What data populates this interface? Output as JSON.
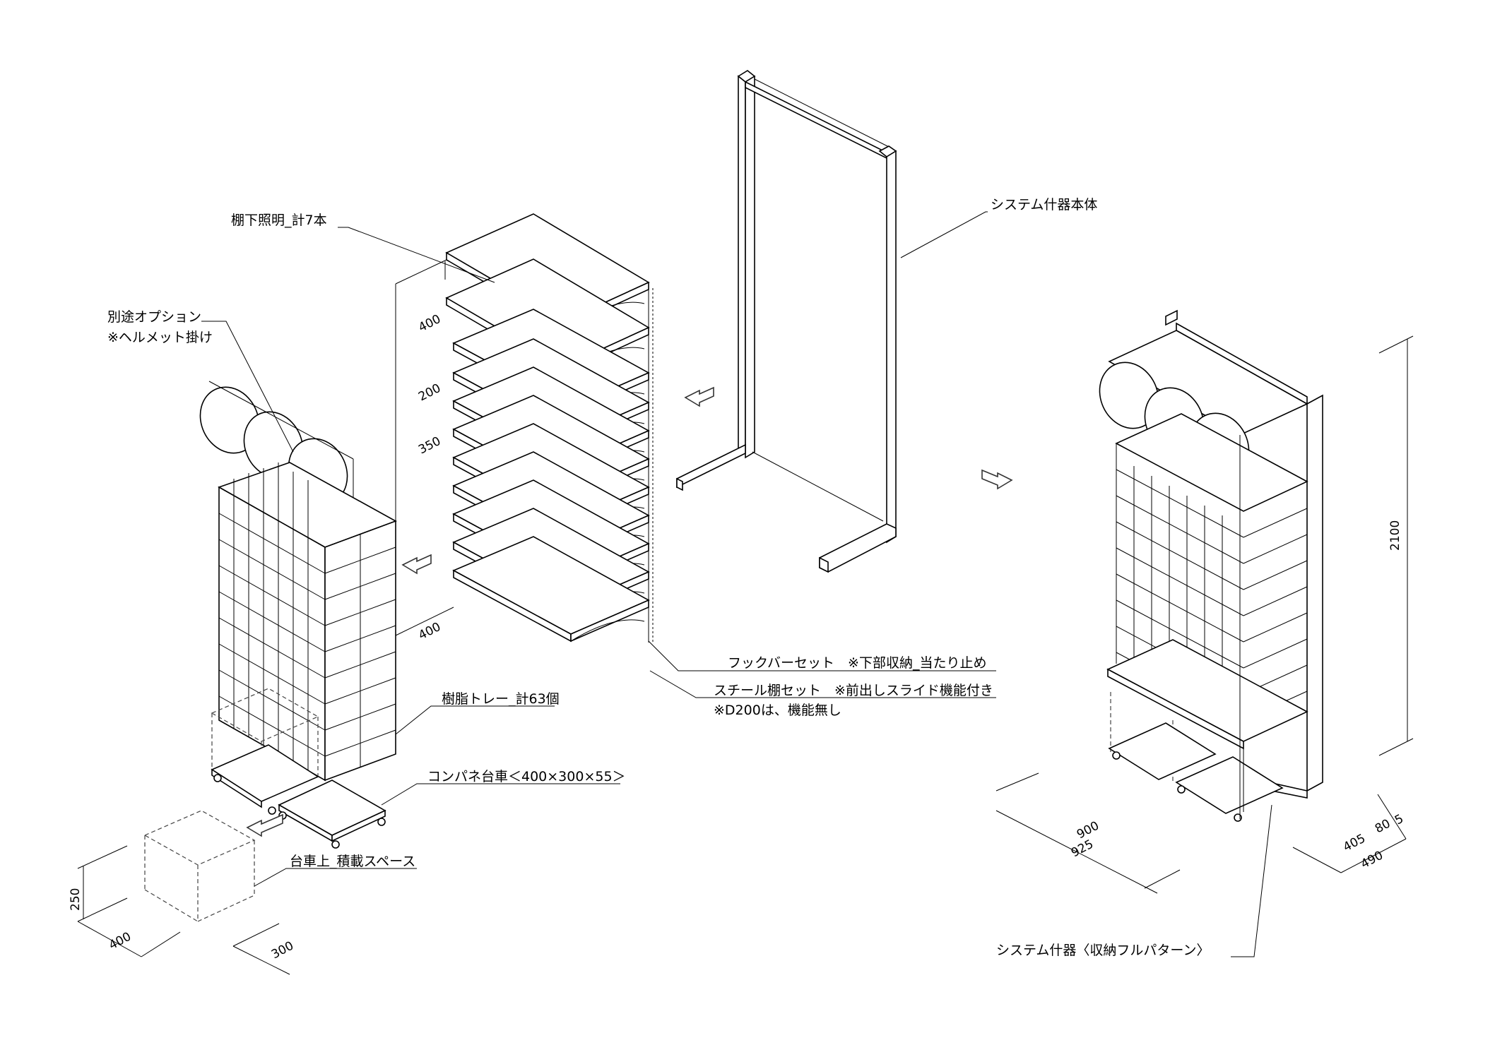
{
  "labels": {
    "system_body": "システム什器本体",
    "shelf_light": "棚下照明_計7本",
    "option_line1": "別途オプション",
    "option_line2": "※ヘルメット掛け",
    "hook_bar": "フックバーセット　※下部収納_当たり止め",
    "steel_shelf_line1": "スチール棚セット　※前出しスライド機能付き",
    "steel_shelf_line2": "※D200は、機能無し",
    "resin_tray": "樹脂トレー_計63個",
    "dolly": "コンパネ台車＜400×300×55＞",
    "loading_space": "台車上_積載スペース",
    "full_pattern": "システム什器〈収納フルパターン〉"
  },
  "dimensions": {
    "shelf_pitch_top": "400",
    "shelf_pitch_2": "200",
    "shelf_pitch_3": "350",
    "shelf_pitch_bottom": "400",
    "space_height": "250",
    "space_width": "400",
    "space_depth": "300",
    "total_height": "2100",
    "width_inner": "900",
    "width_outer": "925",
    "depth_1": "405",
    "depth_2": "80",
    "depth_3": "5",
    "depth_total": "490"
  }
}
